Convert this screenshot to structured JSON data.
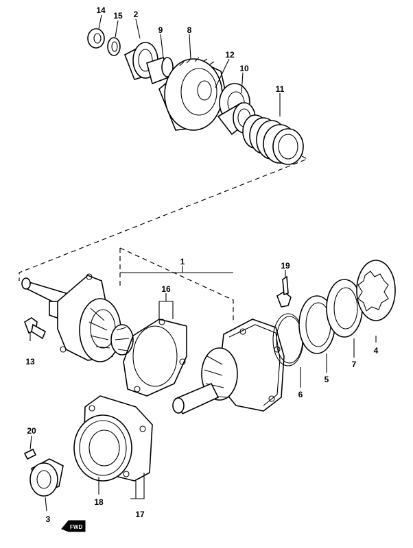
{
  "callouts": {
    "c1": "1",
    "c2": "2",
    "c3": "3",
    "c4": "4",
    "c5": "5",
    "c6": "6",
    "c7": "7",
    "c8": "8",
    "c9": "9",
    "c10": "10",
    "c11": "11",
    "c12": "12",
    "c13": "13",
    "c14": "14",
    "c15": "15",
    "c16": "16",
    "c17": "17",
    "c18": "18",
    "c19": "19",
    "c20": "20"
  },
  "direction_arrow": {
    "label": "FWD",
    "icon": "forward-arrow-icon"
  }
}
